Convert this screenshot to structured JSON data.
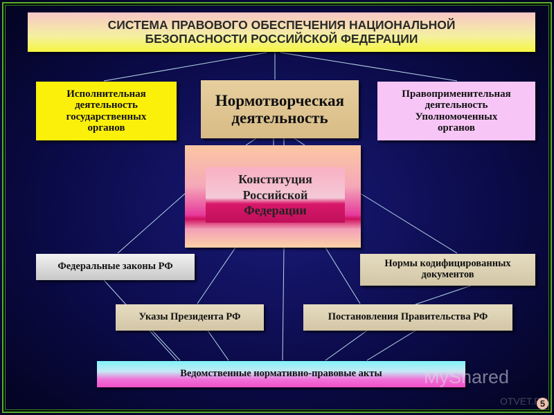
{
  "title": {
    "line1": "СИСТЕМА ПРАВОВОГО ОБЕСПЕЧЕНИЯ НАЦИОНАЛЬНОЙ",
    "line2": "БЕЗОПАСНОСТИ РОССИЙСКОЙ ФЕДЕРАЦИИ"
  },
  "executive": [
    "Исполнительная",
    "деятельность",
    "государственных",
    "органов"
  ],
  "normative": [
    "Нормотворческая",
    "деятельность"
  ],
  "enforcement": [
    "Правоприменительная",
    "деятельность",
    "Уполномоченных",
    "органов"
  ],
  "constitution": [
    "Конституция",
    "Российской",
    "Федерации"
  ],
  "federal_laws": "Федеральные законы РФ",
  "codified_norms": [
    "Нормы кодифицированных",
    "документов"
  ],
  "decrees": "Указы Президента РФ",
  "resolutions": "Постановления Правительства РФ",
  "departmental_acts": "Ведомственные нормативно-правовые акты",
  "watermark": {
    "brand": "MyShared",
    "secondary": "OTVET.RU"
  },
  "page_number": "5"
}
